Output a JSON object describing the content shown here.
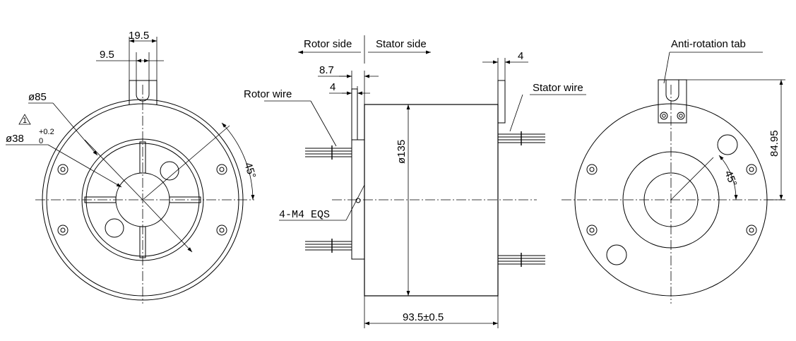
{
  "labels": {
    "rotor_side": "Rotor side",
    "stator_side": "Stator side",
    "rotor_wire": "Rotor wire",
    "stator_wire": "Stator wire",
    "anti_rotation_tab": "Anti-rotation tab",
    "thread": "4-M4  EQS"
  },
  "dimensions": {
    "tab_width": "19.5",
    "tab_slot": "9.5",
    "outer_diameter": "ø85",
    "bore_diameter": "ø38",
    "bore_tol_upper": "+0.2",
    "bore_tol_lower": "0",
    "angle_left": "45°",
    "flange_offset": "8.7",
    "flange_thickness": "4",
    "body_diameter": "ø135",
    "body_length": "93.5±0.5",
    "stator_tab_thickness": "4",
    "tab_height": "84.95",
    "angle_right": "45°"
  }
}
